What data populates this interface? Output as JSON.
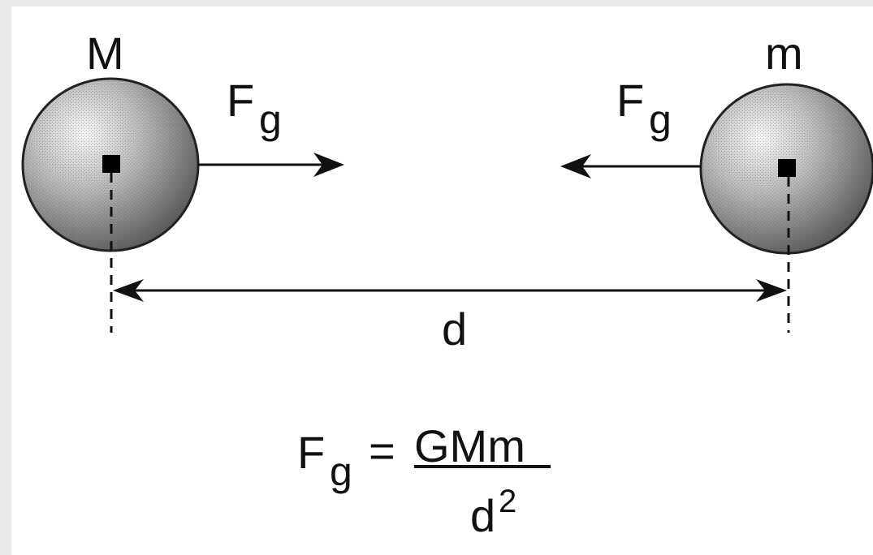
{
  "diagram": {
    "mass_left": "M",
    "mass_right": "m",
    "force_left": {
      "symbol": "F",
      "subscript": "g"
    },
    "force_right": {
      "symbol": "F",
      "subscript": "g"
    },
    "distance": "d",
    "formula": {
      "lhs_symbol": "F",
      "lhs_subscript": "g",
      "equals": "=",
      "numerator": "GMm",
      "denominator_base": "d",
      "denominator_exponent": "2"
    }
  }
}
